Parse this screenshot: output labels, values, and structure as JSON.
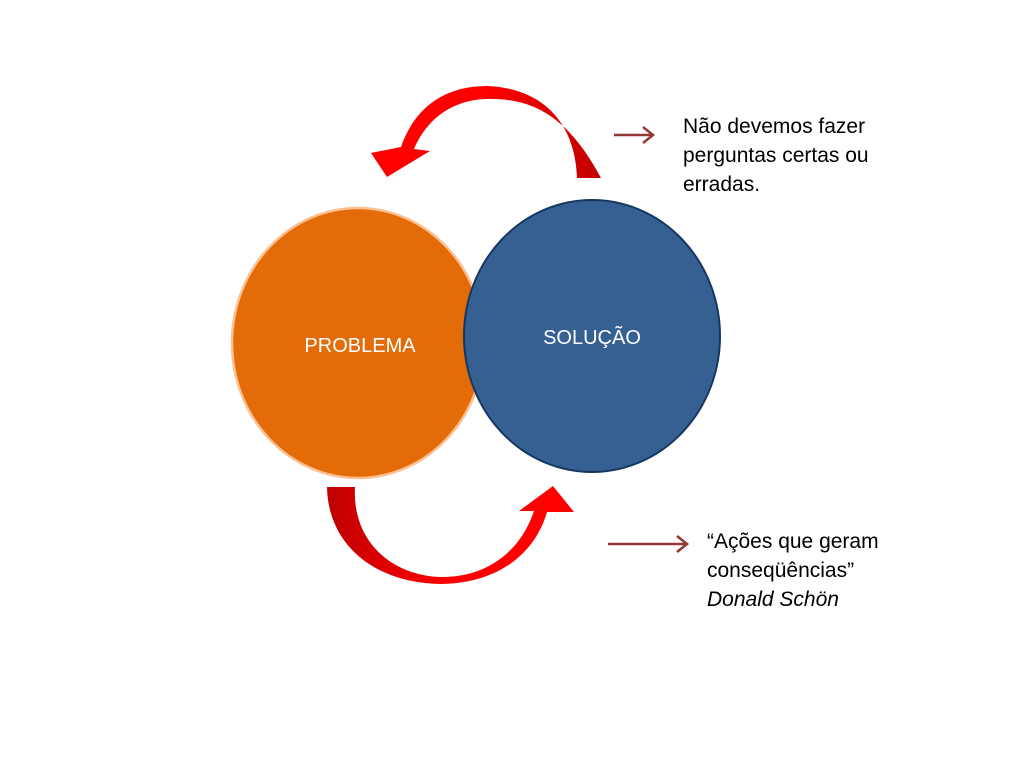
{
  "diagram": {
    "nodes": [
      {
        "id": "problema",
        "label": "PROBLEMA",
        "fill": "#E36C09",
        "stroke": "#FAC090"
      },
      {
        "id": "solucao",
        "label": "SOLUÇÃO",
        "fill": "#376092",
        "stroke": "#17375E"
      }
    ],
    "arrows": {
      "color": "#FF0000",
      "shade": "#C00000",
      "top_cycle": {
        "from": "solucao",
        "to": "problema"
      },
      "bottom_cycle": {
        "from": "problema",
        "to": "solucao"
      }
    },
    "pointer_color": "#953735"
  },
  "notes": {
    "top": {
      "lines": [
        "Não devemos fazer",
        "perguntas certas ou",
        "erradas."
      ]
    },
    "bottom": {
      "quote_line1": "“Ações que geram",
      "quote_line2": "conseqüências”",
      "author": "Donald Schön"
    }
  }
}
